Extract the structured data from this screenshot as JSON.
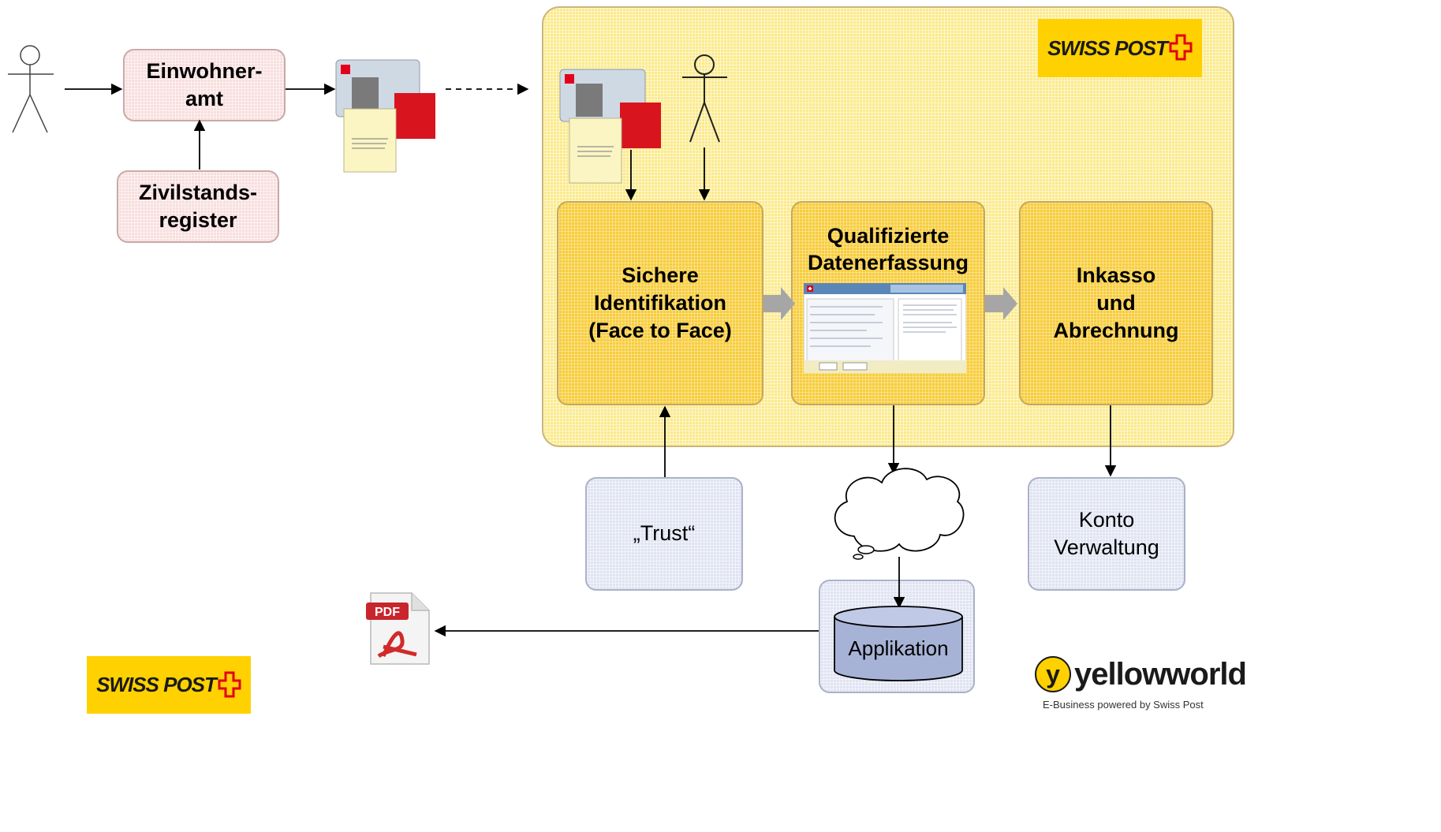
{
  "boxes": {
    "einwohneramt": "Einwohner-\namt",
    "zivilstandsregister": "Zivilstands-\nregister",
    "identifikation": "Sichere\nIdentifikation\n(Face to Face)",
    "datenerfassung": "Qualifizierte\nDatenerfassung",
    "inkasso": "Inkasso\nund\nAbrechnung",
    "trust": "„Trust“",
    "konto": "Konto\nVerwaltung",
    "applikation": "Applikation"
  },
  "logos": {
    "swisspost_top": "SWISS POST",
    "swisspost_bottom": "SWISS POST",
    "yellowworld": "yellowworld",
    "yellowworld_tagline": "E-Business powered by Swiss Post"
  },
  "pdf_icon_label": "PDF",
  "colors": {
    "container_fill": "#fbea8c",
    "process_fill": "#f7cd3c",
    "source_fill": "#f8dede",
    "external_fill": "#dfe3f2",
    "brand_yellow": "#ffd100",
    "arrow_gray": "#a6a6a6"
  }
}
